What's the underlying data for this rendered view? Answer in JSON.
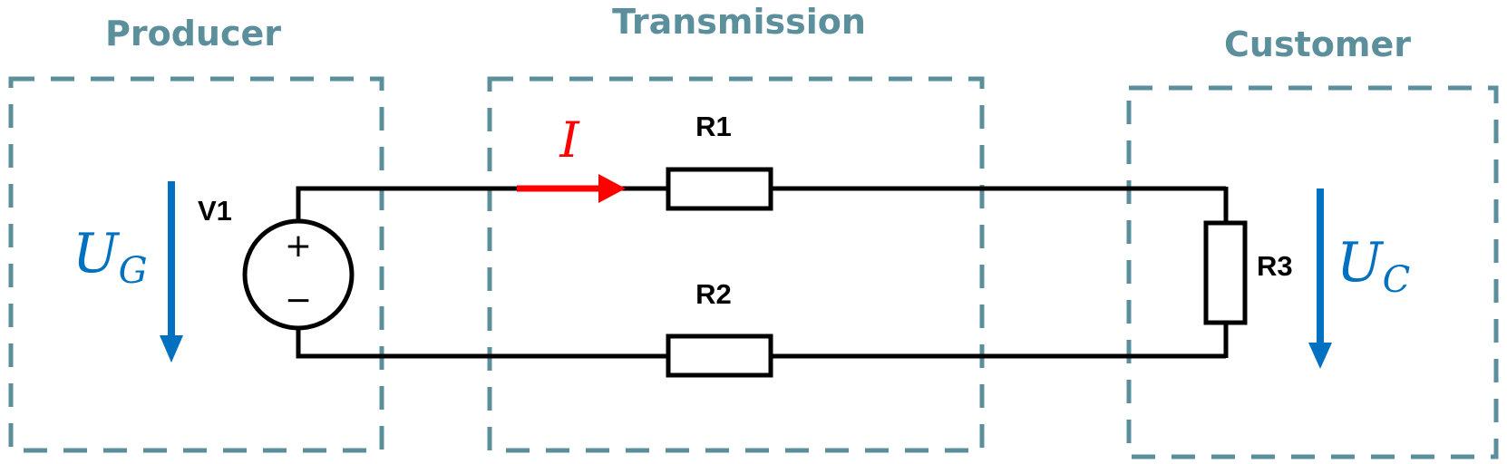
{
  "sections": {
    "producer": {
      "title": "Producer"
    },
    "transmission": {
      "title": "Transmission"
    },
    "customer": {
      "title": "Customer"
    }
  },
  "components": {
    "source": {
      "label": "V1",
      "plus": "+",
      "minus": "−"
    },
    "r1": {
      "label": "R1"
    },
    "r2": {
      "label": "R2"
    },
    "r3": {
      "label": "R3"
    }
  },
  "quantities": {
    "generator_voltage": {
      "symbol": "U",
      "subscript": "G"
    },
    "customer_voltage": {
      "symbol": "U",
      "subscript": "C"
    },
    "current": {
      "symbol": "I"
    }
  },
  "colors": {
    "section_box": "#5b8f9c",
    "section_title": "#5b8f9c",
    "wire": "#000000",
    "voltage_arrow": "#0070c0",
    "current_arrow": "#ff0000"
  }
}
